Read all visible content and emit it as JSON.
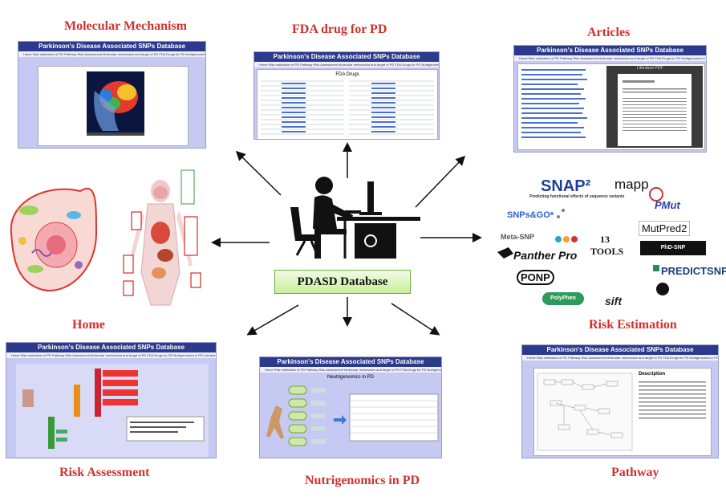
{
  "labels": {
    "molecular": "Molecular Mechanism",
    "fda": "FDA drug for PD",
    "articles": "Articles",
    "home": "Home",
    "risk_estimation": "Risk Estimation",
    "risk_assessment": "Risk Assessment",
    "nutrigenomics": "Nutrigenomics in PD",
    "pathway": "Pathway"
  },
  "center": {
    "database": "PDASD Database"
  },
  "site_title": "Parkinson's Disease Associated SNPs Database",
  "nav": "Home   Risk estimation of PD   Pathway   Risk Assessment   Molecular mechanism and target of PD   FDA Drugs for PD   Nutrigenomics in PD   Literature   Contact Us",
  "panels": {
    "fda_heading": "FDA Drugs",
    "articles_viewer": "Literature PDF",
    "nutri_heading": "Neutrigenomics in PD",
    "pathway_heading": "Description"
  },
  "tools": {
    "snap2": "SNAP²",
    "snap2_sub": "Predicting functional effects of sequence variants",
    "mapp": "mapp",
    "pmut": "PMut",
    "snpsgo": "SNPs&GO",
    "mutpred2": "MutPred2",
    "metasnp": "Meta-SNP",
    "count": "13",
    "count_label": "TOOLS",
    "phdsnp": "PhD-SNP",
    "pantherpro": "Panther Pro",
    "predictsnp": "PREDICTSNP",
    "pconp": "PONP",
    "polyphen": "PolyPhen",
    "sift": "sift"
  },
  "colors": {
    "label": "#d0312d",
    "title_bar": "#2b3a8c",
    "panel_bg": "#c6c9f2",
    "database_fill": "#c9ef9a"
  }
}
